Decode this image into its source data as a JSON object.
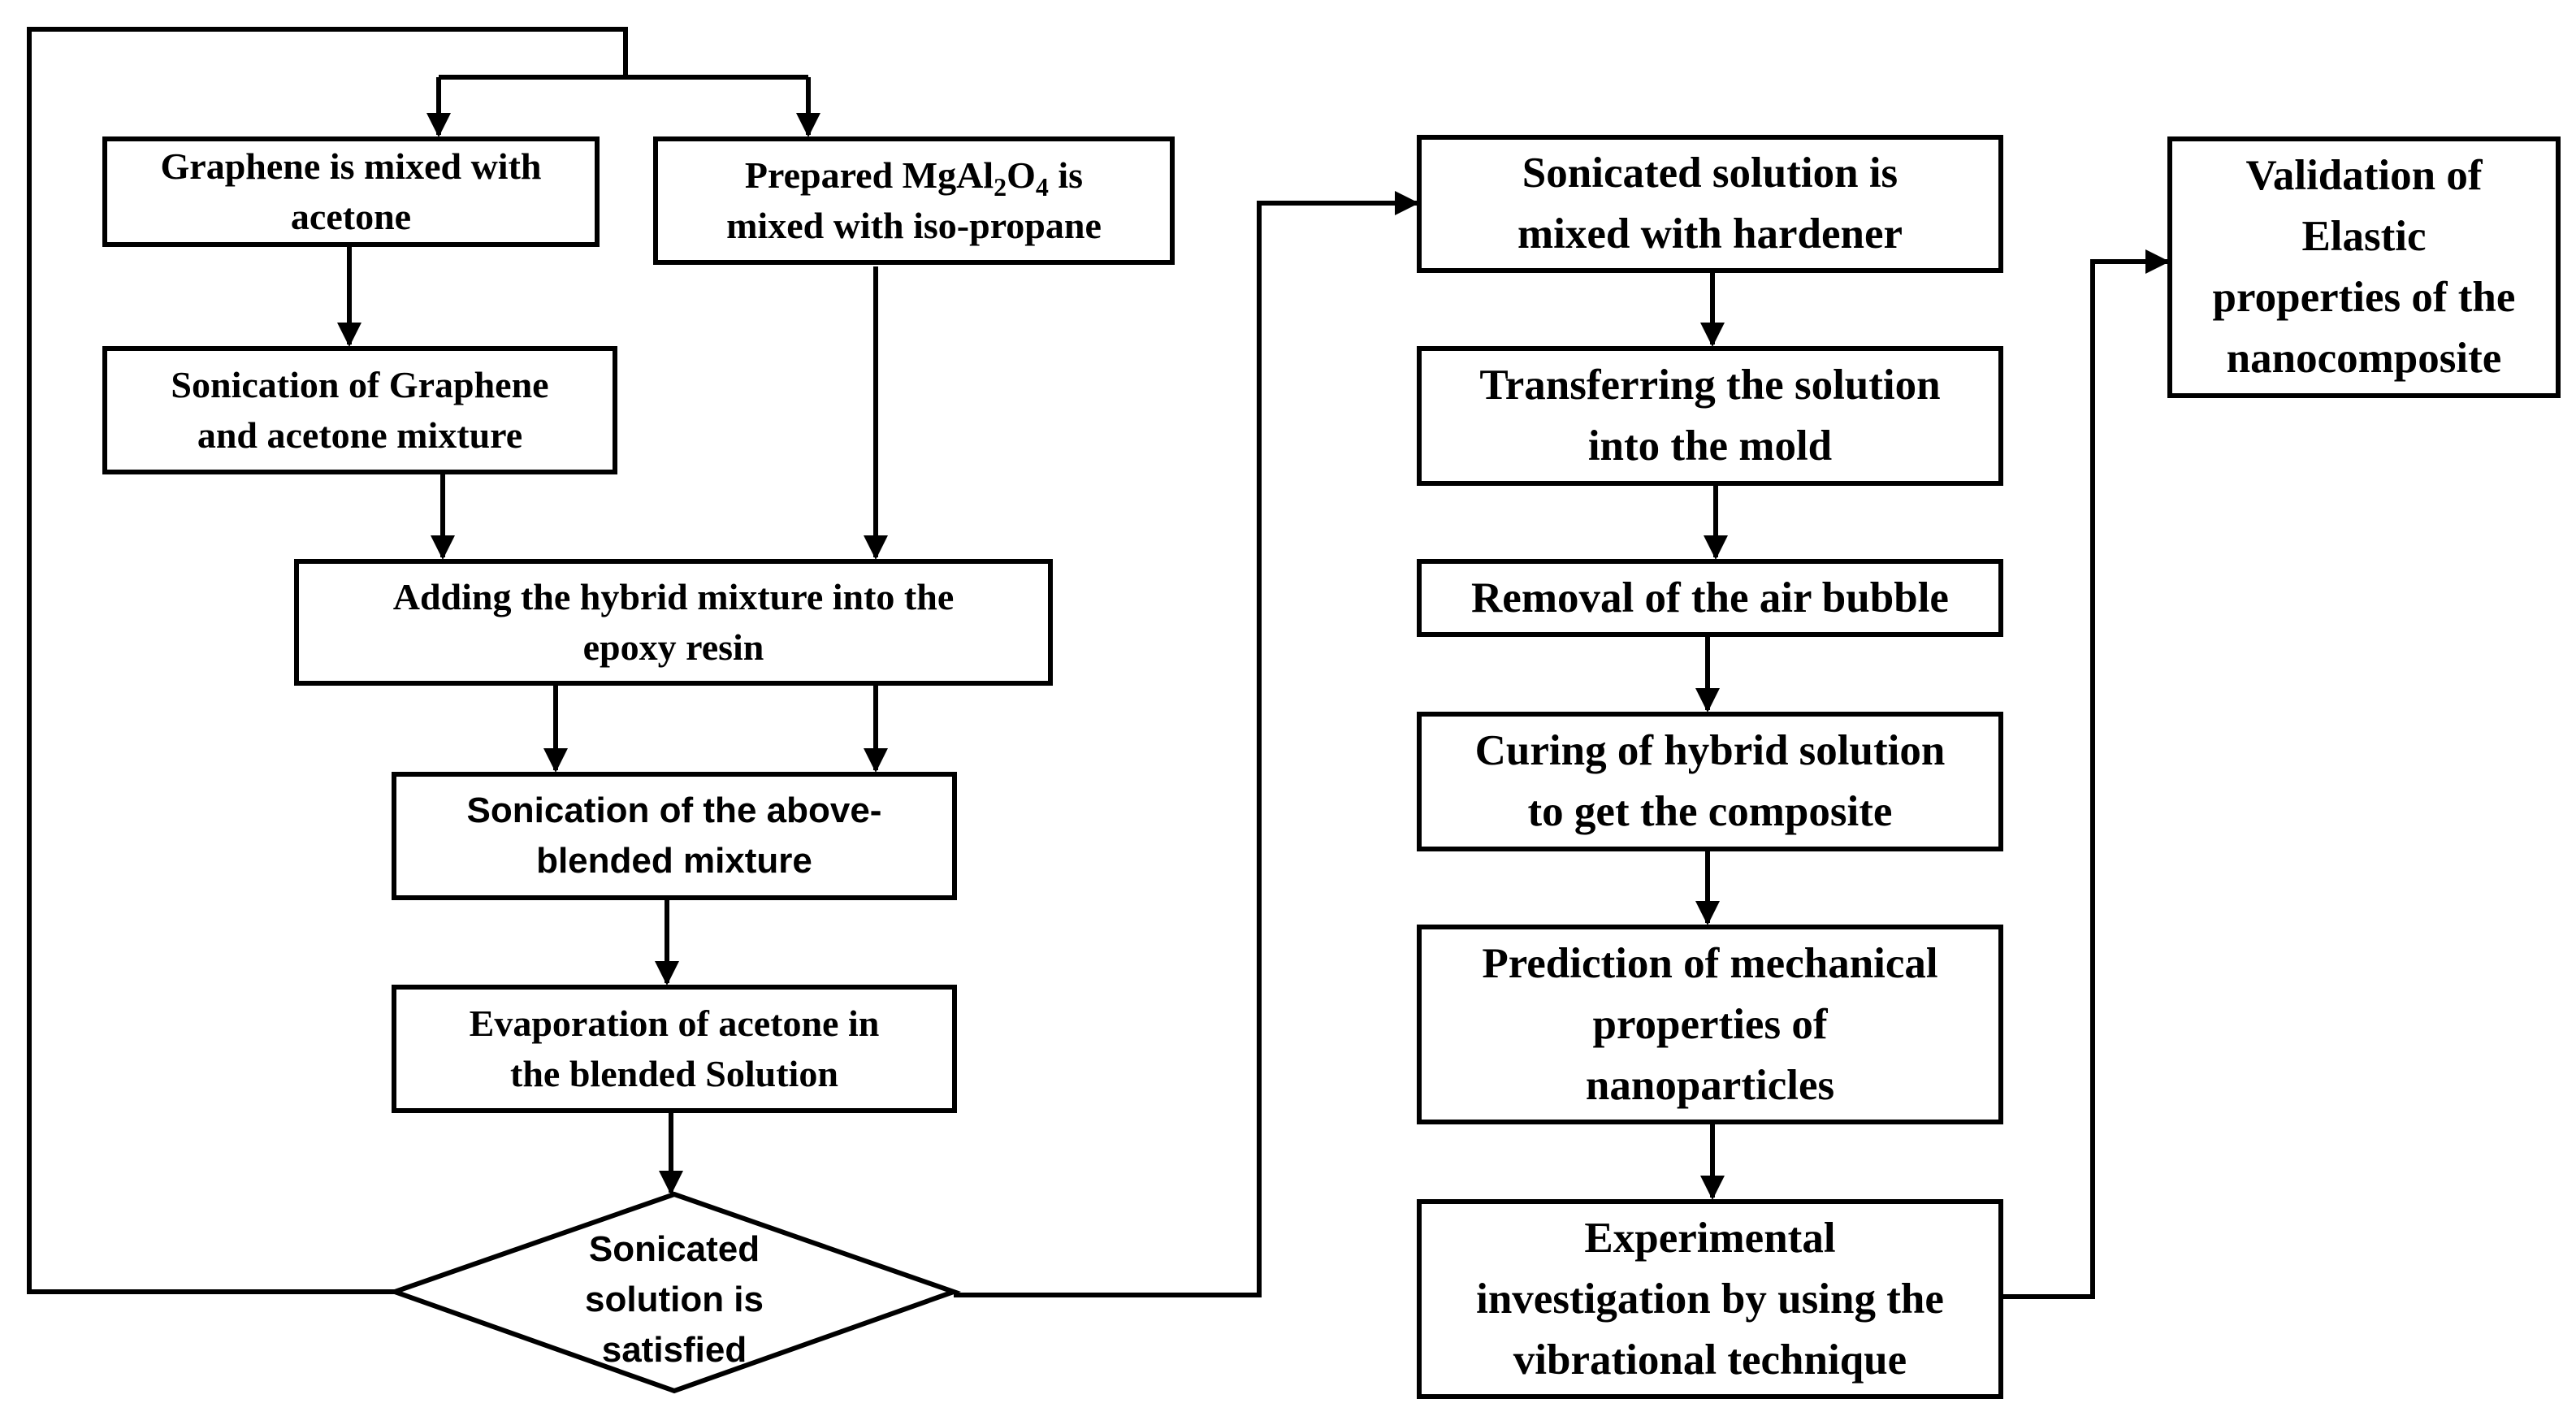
{
  "steps": {
    "graphene_mix": "Graphene is mixed with\nacetone",
    "mgal2o4_mix": {
      "before": "Prepared MgAl",
      "sub1": "2",
      "mid": "O",
      "sub2": "4",
      "after": " is\nmixed with iso-propane"
    },
    "sonication_graphene": "Sonication of Graphene\nand acetone mixture",
    "adding_hybrid": "Adding the hybrid mixture into the\nepoxy resin",
    "sonication_blended": "Sonication of the above-\nblended mixture",
    "evaporation": "Evaporation of acetone in\nthe blended Solution",
    "decision": "Sonicated\nsolution is\nsatisfied",
    "mixed_hardener": "Sonicated solution is\nmixed with hardener",
    "transfer_mold": "Transferring the solution\ninto the mold",
    "air_bubble": "Removal of the air bubble",
    "curing": "Curing of hybrid solution\nto get the composite",
    "prediction": "Prediction of mechanical\nproperties of\nnanoparticles",
    "experimental": "Experimental\ninvestigation by using the\nvibrational technique",
    "validation": "Validation of\nElastic\nproperties of the\nnanocomposite"
  },
  "colors": {
    "stroke": "#000000",
    "fill": "#ffffff"
  }
}
